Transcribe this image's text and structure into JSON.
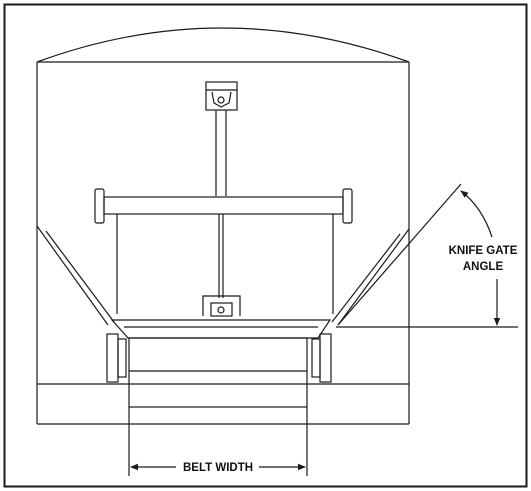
{
  "labels": {
    "knife_gate_line1": "KNIFE GATE",
    "knife_gate_line2": "ANGLE",
    "belt_width": "BELT WIDTH"
  },
  "colors": {
    "line": "#1a1a1a",
    "background": "#ffffff"
  }
}
